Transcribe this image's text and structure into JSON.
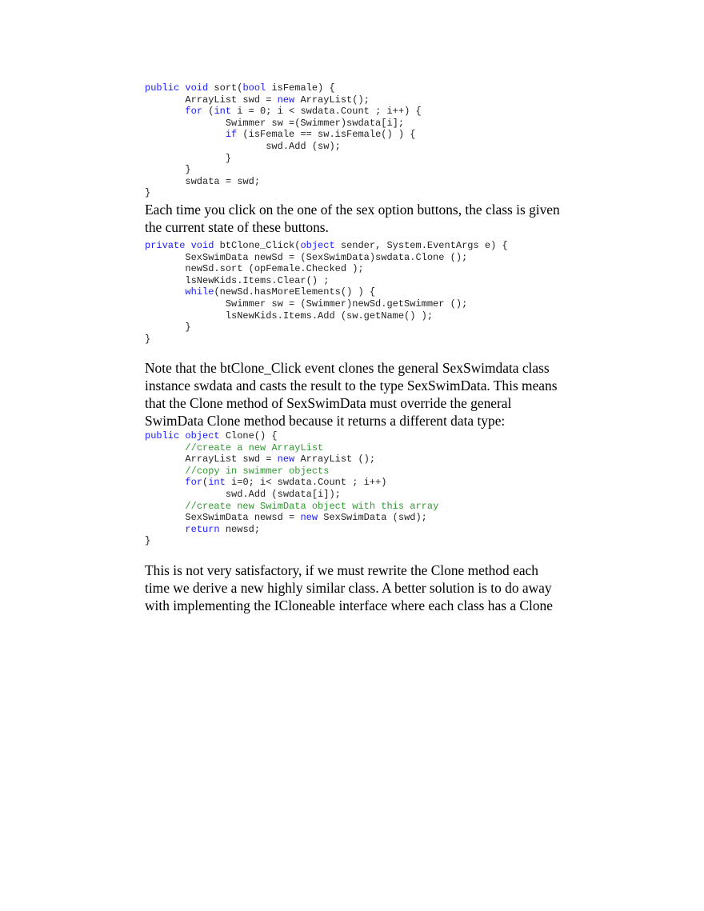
{
  "colors": {
    "keyword": "#1a1aff",
    "comment": "#2e9a2e",
    "code_text": "#222222",
    "prose_text": "#000000"
  },
  "code_block_1": {
    "lines": [
      [
        {
          "t": "public void",
          "k": "kw"
        },
        {
          "t": " sort(",
          "k": ""
        },
        {
          "t": "bool",
          "k": "kw"
        },
        {
          "t": " isFemale) {",
          "k": ""
        }
      ],
      [
        {
          "t": "\tArrayList swd = ",
          "k": ""
        },
        {
          "t": "new",
          "k": "kw"
        },
        {
          "t": " ArrayList();",
          "k": ""
        }
      ],
      [
        {
          "t": "\t",
          "k": ""
        },
        {
          "t": "for",
          "k": "kw"
        },
        {
          "t": " (",
          "k": ""
        },
        {
          "t": "int",
          "k": "kw"
        },
        {
          "t": " i = 0; i < swdata.Count ; i++) {",
          "k": ""
        }
      ],
      [
        {
          "t": "\t\tSwimmer sw =(Swimmer)swdata[i];",
          "k": ""
        }
      ],
      [
        {
          "t": "\t\t",
          "k": ""
        },
        {
          "t": "if",
          "k": "kw"
        },
        {
          "t": " (isFemale == sw.isFemale() ) {",
          "k": ""
        }
      ],
      [
        {
          "t": "\t\t\tswd.Add (sw);",
          "k": ""
        }
      ],
      [
        {
          "t": "\t\t}",
          "k": ""
        }
      ],
      [
        {
          "t": "\t}",
          "k": ""
        }
      ],
      [
        {
          "t": "\tswdata = swd;",
          "k": ""
        }
      ],
      [
        {
          "t": "}",
          "k": ""
        }
      ]
    ]
  },
  "paragraph_1": {
    "lines": [
      "Each time you click on the one of the sex option buttons, the class is given",
      "the current state of these buttons."
    ]
  },
  "code_block_2": {
    "lines": [
      [
        {
          "t": "private void",
          "k": "kw"
        },
        {
          "t": " btClone_Click(",
          "k": ""
        },
        {
          "t": "object",
          "k": "kw"
        },
        {
          "t": " sender, System.EventArgs e) {",
          "k": ""
        }
      ],
      [
        {
          "t": "\tSexSwimData newSd = (SexSwimData)swdata.Clone ();",
          "k": ""
        }
      ],
      [
        {
          "t": "\tnewSd.sort (opFemale.Checked );",
          "k": ""
        }
      ],
      [
        {
          "t": "\tlsNewKids.Items.Clear() ;",
          "k": ""
        }
      ],
      [
        {
          "t": "\t",
          "k": ""
        },
        {
          "t": "while",
          "k": "kw"
        },
        {
          "t": "(newSd.hasMoreElements() ) {",
          "k": ""
        }
      ],
      [
        {
          "t": "\t\tSwimmer sw = (Swimmer)newSd.getSwimmer ();",
          "k": ""
        }
      ],
      [
        {
          "t": "\t\tlsNewKids.Items.Add (sw.getName() );",
          "k": ""
        }
      ],
      [
        {
          "t": "\t}",
          "k": ""
        }
      ],
      [
        {
          "t": "}",
          "k": ""
        }
      ]
    ]
  },
  "paragraph_2": {
    "lines": [
      "Note that the btClone_Click event clones the general SexSwimdata class",
      "instance swdata and casts the result to the type SexSwimData. This means",
      "that the Clone method of SexSwimData must override the general",
      "SwimData Clone method because it returns a different data type:"
    ]
  },
  "code_block_3": {
    "lines": [
      [
        {
          "t": "public object",
          "k": "kw"
        },
        {
          "t": " Clone() {",
          "k": ""
        }
      ],
      [
        {
          "t": "\t",
          "k": ""
        },
        {
          "t": "//create a new ArrayList",
          "k": "cm"
        }
      ],
      [
        {
          "t": "\tArrayList swd = ",
          "k": ""
        },
        {
          "t": "new",
          "k": "kw"
        },
        {
          "t": " ArrayList ();",
          "k": ""
        }
      ],
      [
        {
          "t": "\t",
          "k": ""
        },
        {
          "t": "//copy in swimmer objects",
          "k": "cm"
        }
      ],
      [
        {
          "t": "\t",
          "k": ""
        },
        {
          "t": "for",
          "k": "kw"
        },
        {
          "t": "(",
          "k": ""
        },
        {
          "t": "int",
          "k": "kw"
        },
        {
          "t": " i=0; i< swdata.Count ; i++)",
          "k": ""
        }
      ],
      [
        {
          "t": "\t\tswd.Add (swdata[i]);",
          "k": ""
        }
      ],
      [
        {
          "t": "\t",
          "k": ""
        },
        {
          "t": "//create new SwimData object with this array",
          "k": "cm"
        }
      ],
      [
        {
          "t": "\tSexSwimData newsd = ",
          "k": ""
        },
        {
          "t": "new",
          "k": "kw"
        },
        {
          "t": " SexSwimData (swd);",
          "k": ""
        }
      ],
      [
        {
          "t": "\t",
          "k": ""
        },
        {
          "t": "return",
          "k": "kw"
        },
        {
          "t": " newsd;",
          "k": ""
        }
      ],
      [
        {
          "t": "}",
          "k": ""
        }
      ]
    ]
  },
  "paragraph_3": {
    "lines": [
      "This is not very satisfactory, if we must rewrite the Clone method each",
      "time we derive a new highly similar class. A better solution is to do away",
      "with implementing the ICloneable interface where each class has a Clone"
    ]
  }
}
